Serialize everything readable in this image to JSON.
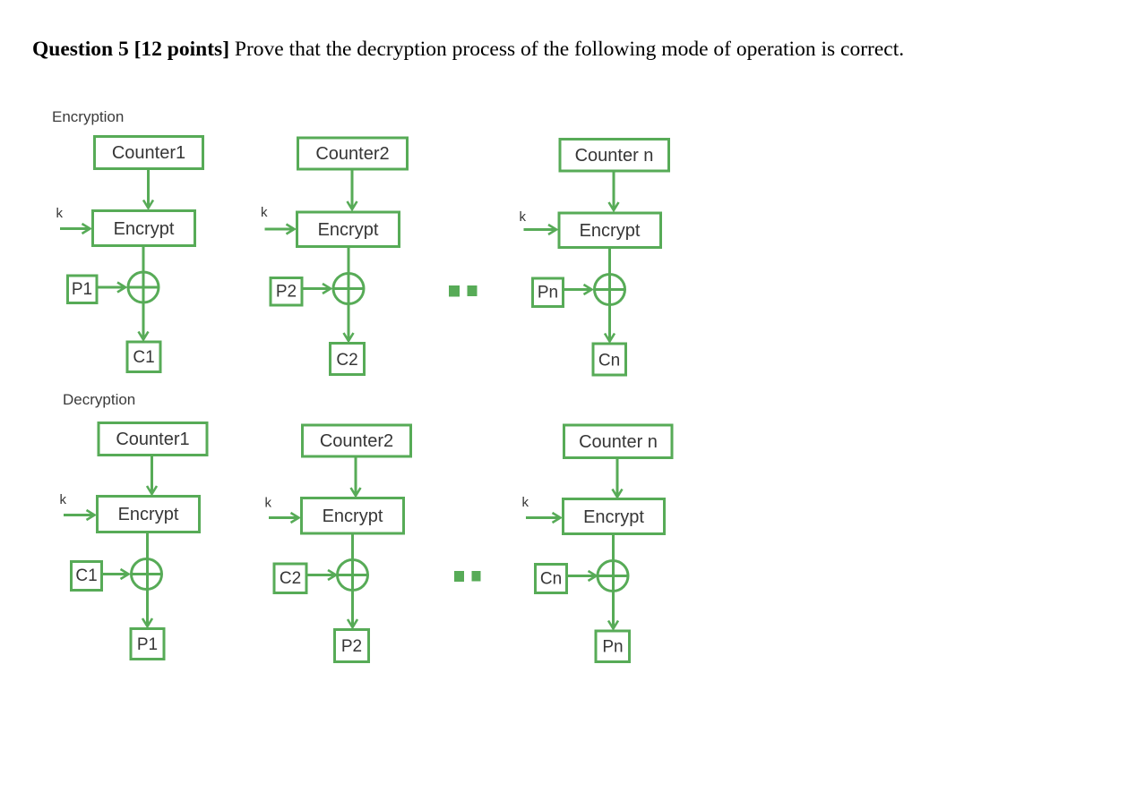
{
  "title": {
    "bold": "Question 5 [12 points]",
    "rest": " Prove that the decryption process of the following mode of operation is correct."
  },
  "colors": {
    "diagram_green": "#57AB57",
    "box_text": "#363636",
    "section_label_text": "#3B3B3B",
    "title_text": "#000000",
    "background": "#FFFFFF"
  },
  "diagrams": [
    {
      "label": "Encryption",
      "ellipsis": "..",
      "columns": [
        {
          "counter": "Counter1",
          "key": "k",
          "encrypt": "Encrypt",
          "xor_input": "P1",
          "output": "C1"
        },
        {
          "counter": "Counter2",
          "key": "k",
          "encrypt": "Encrypt",
          "xor_input": "P2",
          "output": "C2"
        },
        {
          "counter": "Counter n",
          "key": "k",
          "encrypt": "Encrypt",
          "xor_input": "Pn",
          "output": "Cn"
        }
      ]
    },
    {
      "label": "Decryption",
      "ellipsis": "..",
      "columns": [
        {
          "counter": "Counter1",
          "key": "k",
          "encrypt": "Encrypt",
          "xor_input": "C1",
          "output": "P1"
        },
        {
          "counter": "Counter2",
          "key": "k",
          "encrypt": "Encrypt",
          "xor_input": "C2",
          "output": "P2"
        },
        {
          "counter": "Counter n",
          "key": "k",
          "encrypt": "Encrypt",
          "xor_input": "Cn",
          "output": "Pn"
        }
      ]
    }
  ]
}
